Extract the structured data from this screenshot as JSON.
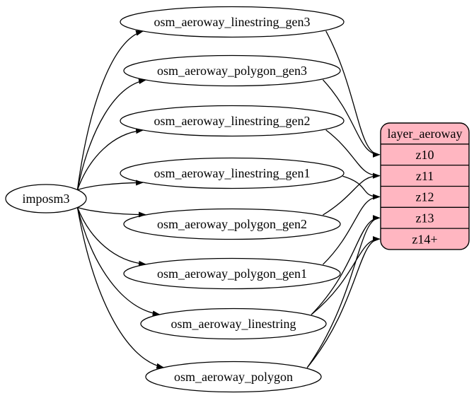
{
  "diagram": {
    "source": {
      "id": "imposm3",
      "label": "imposm3"
    },
    "tables": [
      {
        "id": "osm_aeroway_linestring_gen3",
        "label": "osm_aeroway_linestring_gen3"
      },
      {
        "id": "osm_aeroway_polygon_gen3",
        "label": "osm_aeroway_polygon_gen3"
      },
      {
        "id": "osm_aeroway_linestring_gen2",
        "label": "osm_aeroway_linestring_gen2"
      },
      {
        "id": "osm_aeroway_linestring_gen1",
        "label": "osm_aeroway_linestring_gen1"
      },
      {
        "id": "osm_aeroway_polygon_gen2",
        "label": "osm_aeroway_polygon_gen2"
      },
      {
        "id": "osm_aeroway_polygon_gen1",
        "label": "osm_aeroway_polygon_gen1"
      },
      {
        "id": "osm_aeroway_linestring",
        "label": "osm_aeroway_linestring"
      },
      {
        "id": "osm_aeroway_polygon",
        "label": "osm_aeroway_polygon"
      }
    ],
    "layer": {
      "id": "layer_aeroway",
      "title": "layer_aeroway",
      "rows": [
        "z10",
        "z11",
        "z12",
        "z13",
        "z14+"
      ]
    },
    "colors": {
      "layer_fill": "#ffb6c1",
      "node_fill": "#ffffff",
      "stroke": "#000000",
      "edge": "#000000",
      "background": "#ffffff"
    },
    "edges": [
      {
        "from": "imposm3",
        "to": "osm_aeroway_linestring_gen3"
      },
      {
        "from": "imposm3",
        "to": "osm_aeroway_polygon_gen3"
      },
      {
        "from": "imposm3",
        "to": "osm_aeroway_linestring_gen2"
      },
      {
        "from": "imposm3",
        "to": "osm_aeroway_linestring_gen1"
      },
      {
        "from": "imposm3",
        "to": "osm_aeroway_polygon_gen2"
      },
      {
        "from": "imposm3",
        "to": "osm_aeroway_polygon_gen1"
      },
      {
        "from": "imposm3",
        "to": "osm_aeroway_linestring"
      },
      {
        "from": "imposm3",
        "to": "osm_aeroway_polygon"
      },
      {
        "from": "osm_aeroway_linestring_gen3",
        "to": "layer_aeroway:z10"
      },
      {
        "from": "osm_aeroway_polygon_gen3",
        "to": "layer_aeroway:z10"
      },
      {
        "from": "osm_aeroway_linestring_gen2",
        "to": "layer_aeroway:z11"
      },
      {
        "from": "osm_aeroway_polygon_gen2",
        "to": "layer_aeroway:z11"
      },
      {
        "from": "osm_aeroway_linestring_gen1",
        "to": "layer_aeroway:z12"
      },
      {
        "from": "osm_aeroway_polygon_gen1",
        "to": "layer_aeroway:z12"
      },
      {
        "from": "osm_aeroway_linestring",
        "to": "layer_aeroway:z13"
      },
      {
        "from": "osm_aeroway_linestring",
        "to": "layer_aeroway:z14+"
      },
      {
        "from": "osm_aeroway_polygon",
        "to": "layer_aeroway:z13"
      },
      {
        "from": "osm_aeroway_polygon",
        "to": "layer_aeroway:z14+"
      }
    ]
  }
}
